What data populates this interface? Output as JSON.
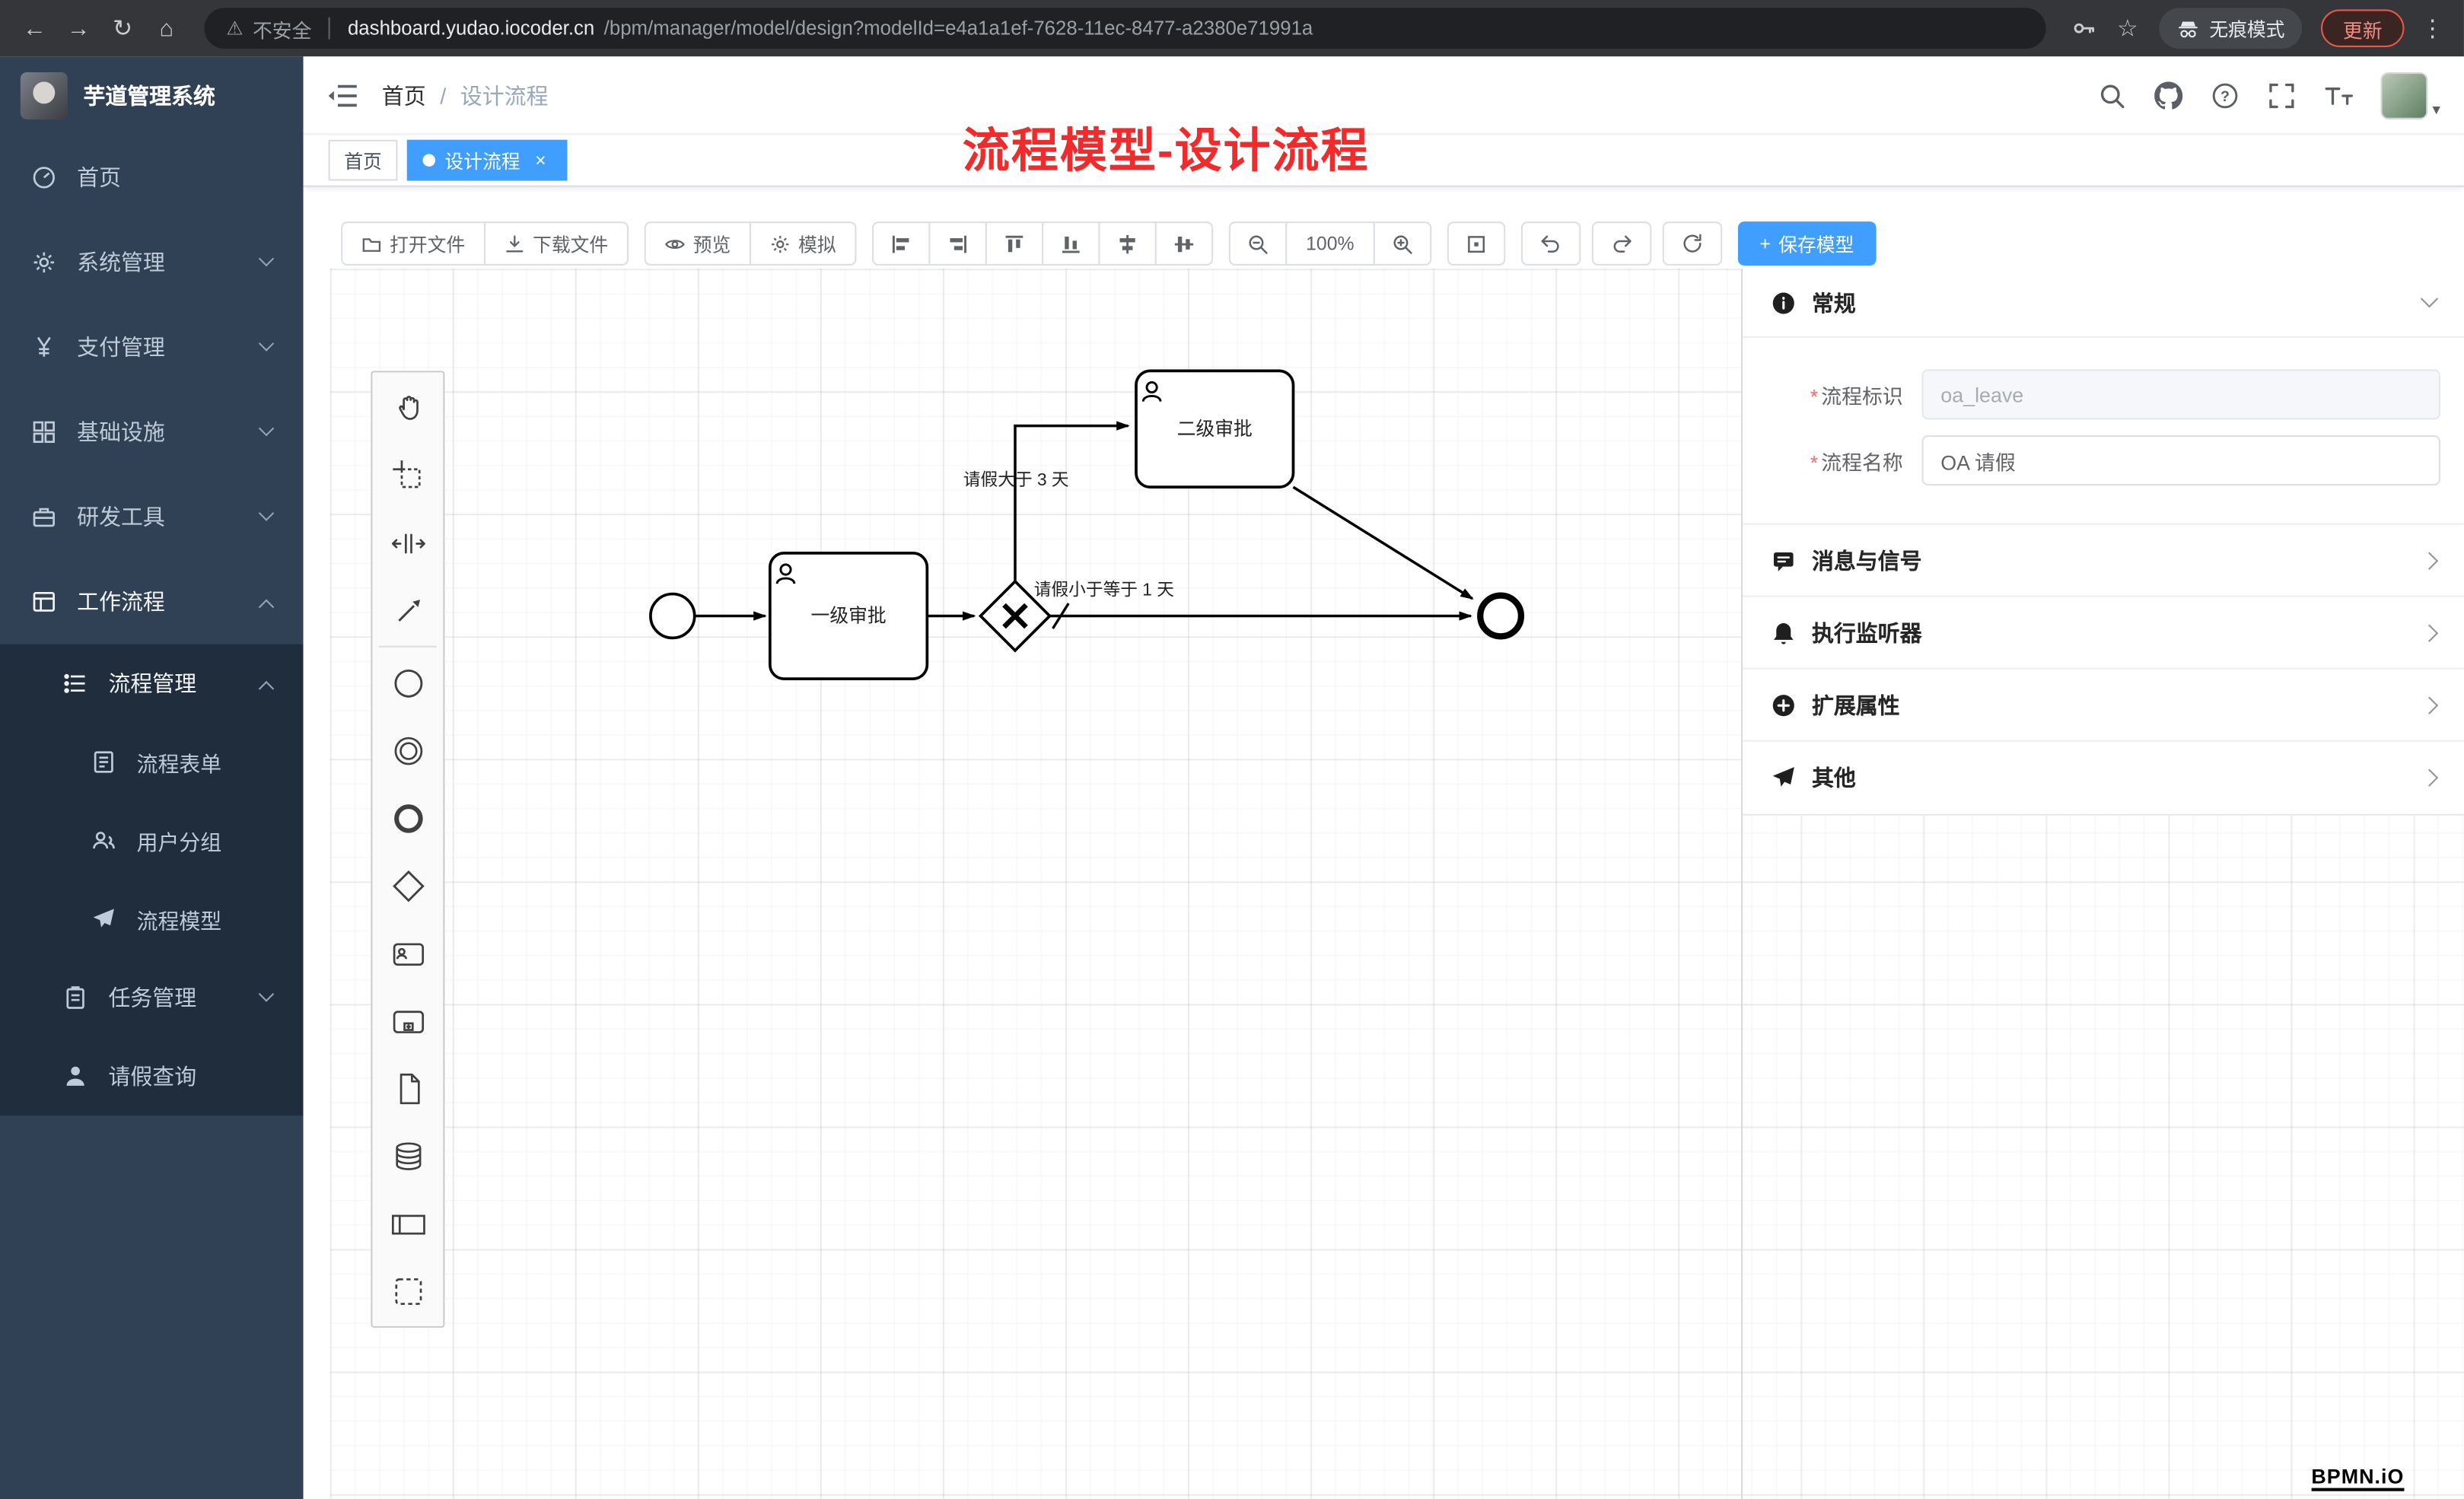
{
  "browser": {
    "security_label": "不安全",
    "url_host": "dashboard.yudao.iocoder.cn",
    "url_path": "/bpm/manager/model/design?modelId=e4a1a1ef-7628-11ec-8477-a2380e71991a",
    "incognito_label": "无痕模式",
    "update_label": "更新"
  },
  "icons": {
    "back": "←",
    "forward": "→",
    "reload": "↻",
    "home": "⌂",
    "warning": "⚠",
    "star": "☆",
    "menu_dots": "⋮",
    "caret_down": "▾",
    "breadcrumb_sep": "/",
    "tab_close": "×",
    "plus": "+",
    "help": "?"
  },
  "sidebar": {
    "app_title": "芋道管理系统",
    "items": [
      {
        "label": "首页"
      },
      {
        "label": "系统管理"
      },
      {
        "label": "支付管理"
      },
      {
        "label": "基础设施"
      },
      {
        "label": "研发工具"
      },
      {
        "label": "工作流程"
      }
    ],
    "submenu": {
      "process_mgmt": "流程管理",
      "children": [
        {
          "label": "流程表单"
        },
        {
          "label": "用户分组"
        },
        {
          "label": "流程模型"
        }
      ],
      "task_mgmt": "任务管理",
      "leave_query": "请假查询"
    }
  },
  "header": {
    "breadcrumb_home": "首页",
    "breadcrumb_current": "设计流程",
    "annotation": "流程模型-设计流程"
  },
  "tabs": [
    {
      "label": "首页"
    },
    {
      "label": "设计流程"
    }
  ],
  "toolbar": {
    "open_file": "打开文件",
    "download_file": "下载文件",
    "preview": "预览",
    "simulate": "模拟",
    "zoom_level": "100%",
    "save_model": "保存模型"
  },
  "diagram": {
    "task1_label": "一级审批",
    "task2_label": "二级审批",
    "flow_gt_label": "请假大于 3 天",
    "flow_lte_label": "请假小于等于 1 天",
    "watermark": "BPMN.iO"
  },
  "panel": {
    "general_title": "常规",
    "required_mark": "*",
    "field_key_label": "流程标识",
    "field_key_value": "oa_leave",
    "field_name_label": "流程名称",
    "field_name_value": "OA 请假",
    "sections": [
      {
        "label": "消息与信号"
      },
      {
        "label": "执行监听器"
      },
      {
        "label": "扩展属性"
      },
      {
        "label": "其他"
      }
    ]
  },
  "colors": {
    "accent": "#409eff",
    "annotation_red": "#f12b2b",
    "sidebar_bg": "#304156",
    "sidebar_sub_bg": "#1f2d3d",
    "browser_bar": "#35363a"
  }
}
